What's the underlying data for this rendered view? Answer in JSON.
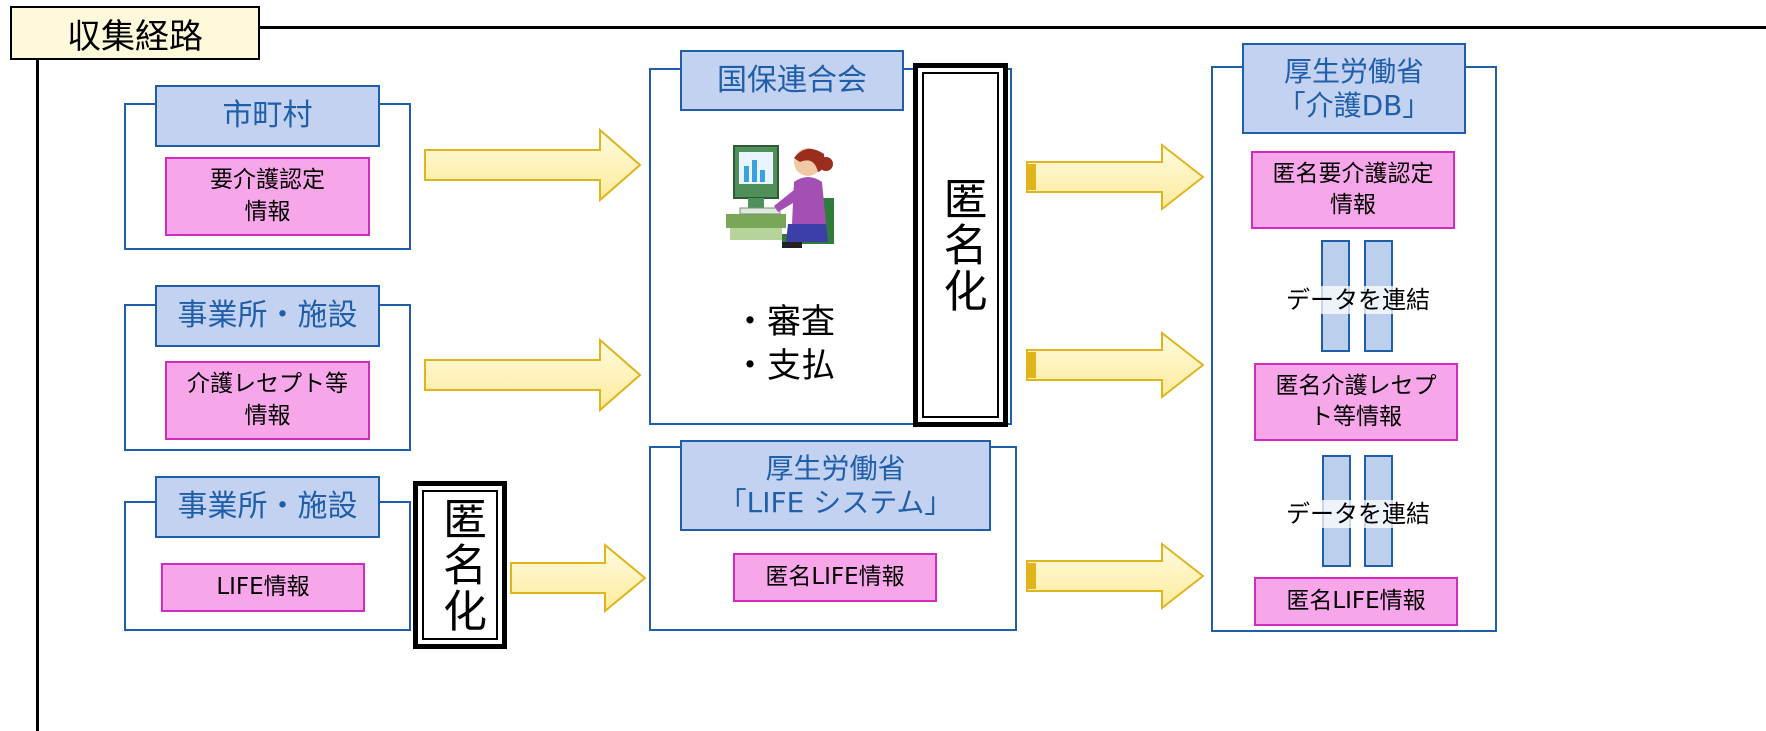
{
  "header": {
    "title": "収集経路"
  },
  "sources": [
    {
      "title": "市町村",
      "info": [
        "要介護認定",
        "情報"
      ]
    },
    {
      "title": "事業所・施設",
      "info": [
        "介護レセプト等",
        "情報"
      ]
    },
    {
      "title": "事業所・施設",
      "info": [
        "LIFE情報"
      ]
    }
  ],
  "anonymize_label": "匿名化",
  "kokuho": {
    "title": "国保連合会",
    "tasks": [
      "・審査",
      "・支払"
    ],
    "icon": "person-at-computer-icon"
  },
  "life_system": {
    "title": [
      "厚生労働省",
      "「LIFE システム」"
    ],
    "info": "匿名LIFE情報"
  },
  "mhlw_db": {
    "title": [
      "厚生労働省",
      "「介護DB」"
    ],
    "items": [
      [
        "匿名要介護認定",
        "情報"
      ],
      [
        "匿名介護レセプ",
        "ト等情報"
      ],
      [
        "匿名LIFE情報"
      ]
    ],
    "links": [
      "データを連結",
      "データを連結"
    ]
  },
  "colors": {
    "frame": "#1f5ea8",
    "label_fill": "#c4d2f2",
    "info_fill": "#f7a6ea",
    "info_border": "#d22bbd",
    "arrow_fill": "#fff3b0",
    "arrow_stroke": "#e0b51c",
    "header_fill": "#fff9db"
  }
}
